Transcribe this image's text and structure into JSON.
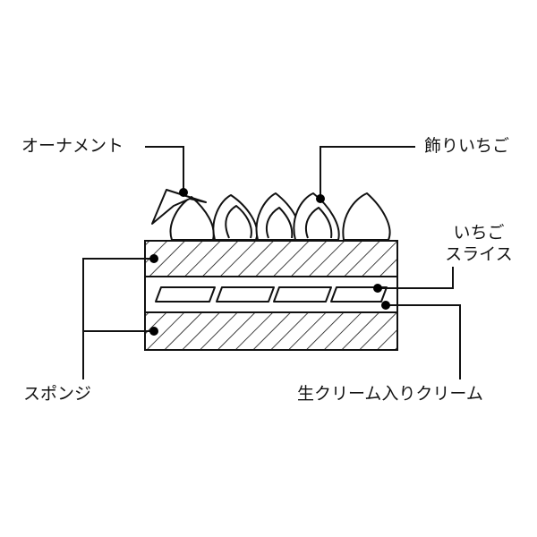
{
  "labels": {
    "ornament": "オーナメント",
    "decoration_strawberry": "飾りいちご",
    "strawberry_slice_line1": "いちご",
    "strawberry_slice_line2": "スライス",
    "sponge": "スポンジ",
    "cream_layer": "生クリーム入りクリーム"
  },
  "colors": {
    "line": "#111111",
    "background": "#ffffff"
  }
}
